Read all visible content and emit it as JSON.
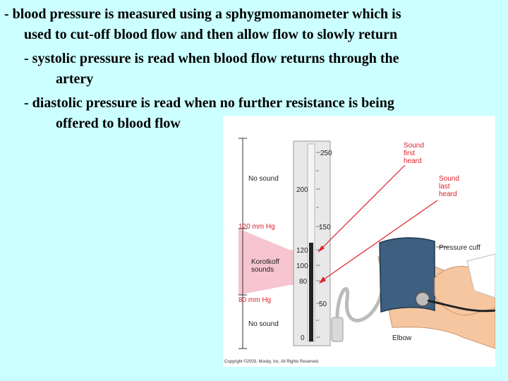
{
  "slide": {
    "line1": "- blood pressure is measured using a sphygmomanometer which is",
    "line2": "used to cut-off blood flow and then allow flow to slowly return",
    "line3": "- systolic pressure is read when blood flow returns through the",
    "line4": "artery",
    "line5": "- diastolic pressure is read when no further resistance is being",
    "line6": "offered to blood flow"
  },
  "figure": {
    "scale_labels": [
      "250",
      "200",
      "150",
      "120",
      "100",
      "80",
      "50",
      "0"
    ],
    "no_sound_top": "No sound",
    "mmhg_120": "120 mm Hg",
    "korotkoff_1": "Korotkoff",
    "korotkoff_2": "sounds",
    "mmhg_80": "80 mm Hg",
    "no_sound_bottom": "No sound",
    "sound_first_1": "Sound",
    "sound_first_2": "first",
    "sound_first_3": "heard",
    "sound_last_1": "Sound",
    "sound_last_2": "last",
    "sound_last_3": "heard",
    "pressure_cuff": "Pressure cuff",
    "elbow": "Elbow",
    "copyright": "Copyright ©2003, Mosby, Inc. All Rights Reserved.",
    "colors": {
      "label_red": "#e0202a",
      "zone_pink": "#f4b6c4",
      "cuff": "#3d5f80",
      "skin": "#f6c6a0"
    }
  }
}
